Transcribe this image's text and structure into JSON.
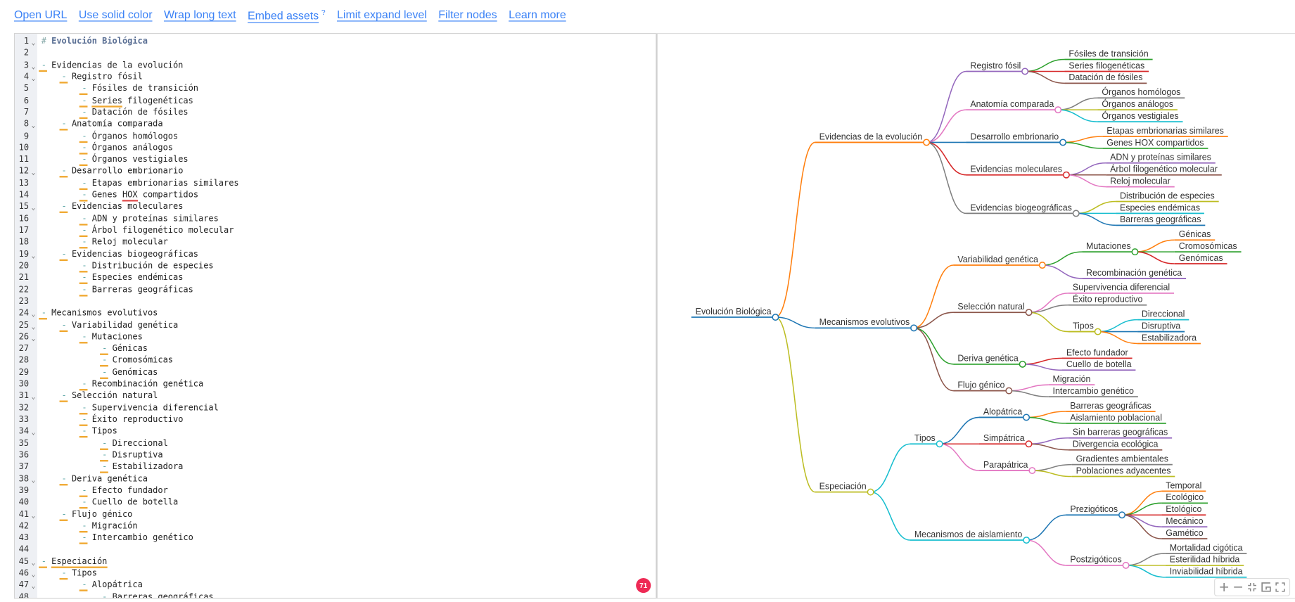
{
  "links": [
    {
      "label": "Open URL"
    },
    {
      "label": "Use solid color"
    },
    {
      "label": "Wrap long text"
    },
    {
      "label": "Embed assets",
      "sup": "?"
    },
    {
      "label": "Limit expand level"
    },
    {
      "label": "Filter nodes"
    },
    {
      "label": "Learn more"
    }
  ],
  "editor": {
    "lines": [
      "# Evolución Biológica",
      "",
      "- Evidencias de la evolución",
      "    - Registro fósil",
      "        - Fósiles de transición",
      "        - Series filogenéticas",
      "        - Datación de fósiles",
      "    - Anatomía comparada",
      "        - Órganos homólogos",
      "        - Órganos análogos",
      "        - Órganos vestigiales",
      "    - Desarrollo embrionario",
      "        - Etapas embrionarias similares",
      "        - Genes HOX compartidos",
      "    - Evidencias moleculares",
      "        - ADN y proteínas similares",
      "        - Árbol filogenético molecular",
      "        - Reloj molecular",
      "    - Evidencias biogeográficas",
      "        - Distribución de especies",
      "        - Especies endémicas",
      "        - Barreras geográficas",
      "",
      "- Mecanismos evolutivos",
      "    - Variabilidad genética",
      "        - Mutaciones",
      "            - Génicas",
      "            - Cromosómicas",
      "            - Genómicas",
      "        - Recombinación genética",
      "    - Selección natural",
      "        - Supervivencia diferencial",
      "        - Éxito reproductivo",
      "        - Tipos",
      "            - Direccional",
      "            - Disruptiva",
      "            - Estabilizadora",
      "    - Deriva genética",
      "        - Efecto fundador",
      "        - Cuello de botella",
      "    - Flujo génico",
      "        - Migración",
      "        - Intercambio genético",
      "",
      "- Especiación",
      "    - Tipos",
      "        - Alopátrica",
      "            - Barreras geográficas"
    ],
    "flagged_words": [
      {
        "line": 6,
        "word": "Series",
        "type": "warning"
      },
      {
        "line": 14,
        "word": "HOX",
        "type": "error"
      },
      {
        "line": 45,
        "word": "Especiación",
        "type": "warning"
      }
    ],
    "badge_count": "71"
  },
  "mindmap": {
    "label": "Evolución Biológica",
    "color": "#1f77b4",
    "children": [
      {
        "label": "Evidencias de la evolución",
        "color": "#ff7f0e",
        "children": [
          {
            "label": "Registro fósil",
            "color": "#9467bd",
            "children": [
              {
                "label": "Fósiles de transición",
                "color": "#2ca02c"
              },
              {
                "label": "Series filogenéticas",
                "color": "#d62728"
              },
              {
                "label": "Datación de fósiles",
                "color": "#8c564b"
              }
            ]
          },
          {
            "label": "Anatomía comparada",
            "color": "#e377c2",
            "children": [
              {
                "label": "Órganos homólogos",
                "color": "#7f7f7f"
              },
              {
                "label": "Órganos análogos",
                "color": "#bcbd22"
              },
              {
                "label": "Órganos vestigiales",
                "color": "#17becf"
              }
            ]
          },
          {
            "label": "Desarrollo embrionario",
            "color": "#1f77b4",
            "children": [
              {
                "label": "Etapas embrionarias similares",
                "color": "#ff7f0e"
              },
              {
                "label": "Genes HOX compartidos",
                "color": "#2ca02c"
              }
            ]
          },
          {
            "label": "Evidencias moleculares",
            "color": "#d62728",
            "children": [
              {
                "label": "ADN y proteínas similares",
                "color": "#9467bd"
              },
              {
                "label": "Árbol filogenético molecular",
                "color": "#8c564b"
              },
              {
                "label": "Reloj molecular",
                "color": "#e377c2"
              }
            ]
          },
          {
            "label": "Evidencias biogeográficas",
            "color": "#7f7f7f",
            "children": [
              {
                "label": "Distribución de especies",
                "color": "#bcbd22"
              },
              {
                "label": "Especies endémicas",
                "color": "#17becf"
              },
              {
                "label": "Barreras geográficas",
                "color": "#1f77b4"
              }
            ]
          }
        ]
      },
      {
        "label": "Mecanismos evolutivos",
        "color": "#1f77b4",
        "children": [
          {
            "label": "Variabilidad genética",
            "color": "#ff7f0e",
            "children": [
              {
                "label": "Mutaciones",
                "color": "#2ca02c",
                "children": [
                  {
                    "label": "Génicas",
                    "color": "#ff7f0e"
                  },
                  {
                    "label": "Cromosómicas",
                    "color": "#2ca02c"
                  },
                  {
                    "label": "Genómicas",
                    "color": "#d62728"
                  }
                ]
              },
              {
                "label": "Recombinación genética",
                "color": "#9467bd"
              }
            ]
          },
          {
            "label": "Selección natural",
            "color": "#8c564b",
            "children": [
              {
                "label": "Supervivencia diferencial",
                "color": "#e377c2"
              },
              {
                "label": "Éxito reproductivo",
                "color": "#7f7f7f"
              },
              {
                "label": "Tipos",
                "color": "#bcbd22",
                "children": [
                  {
                    "label": "Direccional",
                    "color": "#17becf"
                  },
                  {
                    "label": "Disruptiva",
                    "color": "#1f77b4"
                  },
                  {
                    "label": "Estabilizadora",
                    "color": "#ff7f0e"
                  }
                ]
              }
            ]
          },
          {
            "label": "Deriva genética",
            "color": "#2ca02c",
            "children": [
              {
                "label": "Efecto fundador",
                "color": "#d62728"
              },
              {
                "label": "Cuello de botella",
                "color": "#9467bd"
              }
            ]
          },
          {
            "label": "Flujo génico",
            "color": "#8c564b",
            "children": [
              {
                "label": "Migración",
                "color": "#e377c2"
              },
              {
                "label": "Intercambio genético",
                "color": "#7f7f7f"
              }
            ]
          }
        ]
      },
      {
        "label": "Especiación",
        "color": "#bcbd22",
        "children": [
          {
            "label": "Tipos",
            "color": "#17becf",
            "children": [
              {
                "label": "Alopátrica",
                "color": "#1f77b4",
                "children": [
                  {
                    "label": "Barreras geográficas",
                    "color": "#ff7f0e"
                  },
                  {
                    "label": "Aislamiento poblacional",
                    "color": "#2ca02c"
                  }
                ]
              },
              {
                "label": "Simpátrica",
                "color": "#d62728",
                "children": [
                  {
                    "label": "Sin barreras geográficas",
                    "color": "#9467bd"
                  },
                  {
                    "label": "Divergencia ecológica",
                    "color": "#8c564b"
                  }
                ]
              },
              {
                "label": "Parapátrica",
                "color": "#e377c2",
                "children": [
                  {
                    "label": "Gradientes ambientales",
                    "color": "#7f7f7f"
                  },
                  {
                    "label": "Poblaciones adyacentes",
                    "color": "#bcbd22"
                  }
                ]
              }
            ]
          },
          {
            "label": "Mecanismos de aislamiento",
            "color": "#17becf",
            "children": [
              {
                "label": "Prezigóticos",
                "color": "#1f77b4",
                "children": [
                  {
                    "label": "Temporal",
                    "color": "#ff7f0e"
                  },
                  {
                    "label": "Ecológico",
                    "color": "#2ca02c"
                  },
                  {
                    "label": "Etológico",
                    "color": "#d62728"
                  },
                  {
                    "label": "Mecánico",
                    "color": "#9467bd"
                  },
                  {
                    "label": "Gamético",
                    "color": "#8c564b"
                  }
                ]
              },
              {
                "label": "Postzigóticos",
                "color": "#e377c2",
                "children": [
                  {
                    "label": "Mortalidad cigótica",
                    "color": "#7f7f7f"
                  },
                  {
                    "label": "Esterilidad híbrida",
                    "color": "#bcbd22"
                  },
                  {
                    "label": "Inviabilidad híbrida",
                    "color": "#17becf"
                  }
                ]
              }
            ]
          }
        ]
      }
    ]
  },
  "toolbar": [
    {
      "icon": "zoom-in-icon"
    },
    {
      "icon": "zoom-out-icon"
    },
    {
      "icon": "fit-window-icon"
    },
    {
      "icon": "recurse-toggle-icon"
    },
    {
      "icon": "fullscreen-icon"
    }
  ],
  "colors": {
    "link": "#3b82f6",
    "badge": "#ee2a55",
    "marker_underline": "#f0a830"
  }
}
